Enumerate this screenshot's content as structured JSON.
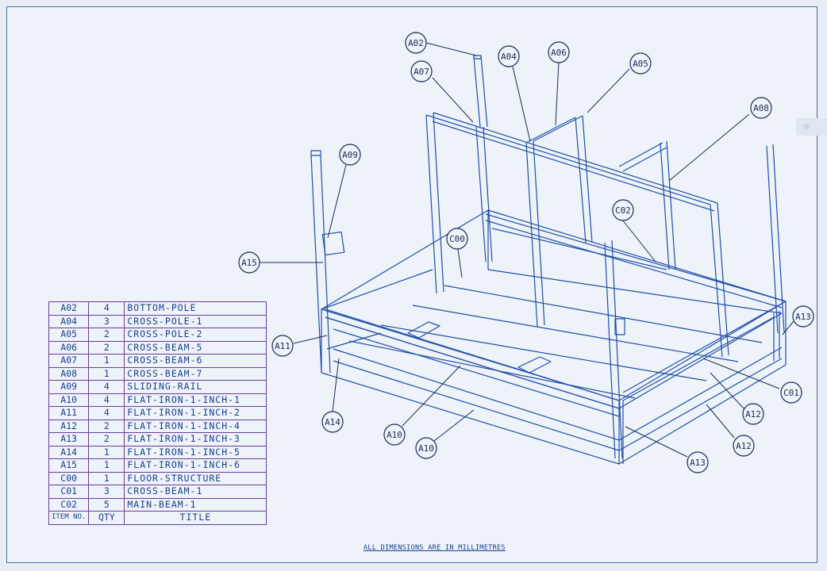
{
  "bom": {
    "rows": [
      {
        "item": "A02",
        "qty": "4",
        "title": "BOTTOM-POLE"
      },
      {
        "item": "A04",
        "qty": "3",
        "title": "CROSS-POLE-1"
      },
      {
        "item": "A05",
        "qty": "2",
        "title": "CROSS-POLE-2"
      },
      {
        "item": "A06",
        "qty": "2",
        "title": "CROSS-BEAM-5"
      },
      {
        "item": "A07",
        "qty": "1",
        "title": "CROSS-BEAM-6"
      },
      {
        "item": "A08",
        "qty": "1",
        "title": "CROSS-BEAM-7"
      },
      {
        "item": "A09",
        "qty": "4",
        "title": "SLIDING-RAIL"
      },
      {
        "item": "A10",
        "qty": "4",
        "title": "FLAT-IRON-1-INCH-1"
      },
      {
        "item": "A11",
        "qty": "4",
        "title": "FLAT-IRON-1-INCH-2"
      },
      {
        "item": "A12",
        "qty": "2",
        "title": "FLAT-IRON-1-INCH-4"
      },
      {
        "item": "A13",
        "qty": "2",
        "title": "FLAT-IRON-1-INCH-3"
      },
      {
        "item": "A14",
        "qty": "1",
        "title": "FLAT-IRON-1-INCH-5"
      },
      {
        "item": "A15",
        "qty": "1",
        "title": "FLAT-IRON-1-INCH-6"
      },
      {
        "item": "C00",
        "qty": "1",
        "title": "FLOOR-STRUCTURE"
      },
      {
        "item": "C01",
        "qty": "3",
        "title": "CROSS-BEAM-1"
      },
      {
        "item": "C02",
        "qty": "5",
        "title": "MAIN-BEAM-1"
      }
    ],
    "header": {
      "item": "ITEM NO.",
      "qty": "QTY",
      "title": "TITLE"
    }
  },
  "balloons": [
    "A02",
    "A07",
    "A04",
    "A06",
    "A05",
    "A08",
    "A09",
    "C02",
    "C00",
    "A15",
    "A11",
    "A13",
    "C01",
    "A12",
    "A12",
    "A13",
    "A14",
    "A10",
    "A10"
  ],
  "footnote": "ALL DIMENSIONS ARE IN MILLIMETRES",
  "colors": {
    "line": "#1f4ea8",
    "balloon": "#1a2a55",
    "table_border": "#6a3c9b",
    "background": "#eef3f9"
  }
}
